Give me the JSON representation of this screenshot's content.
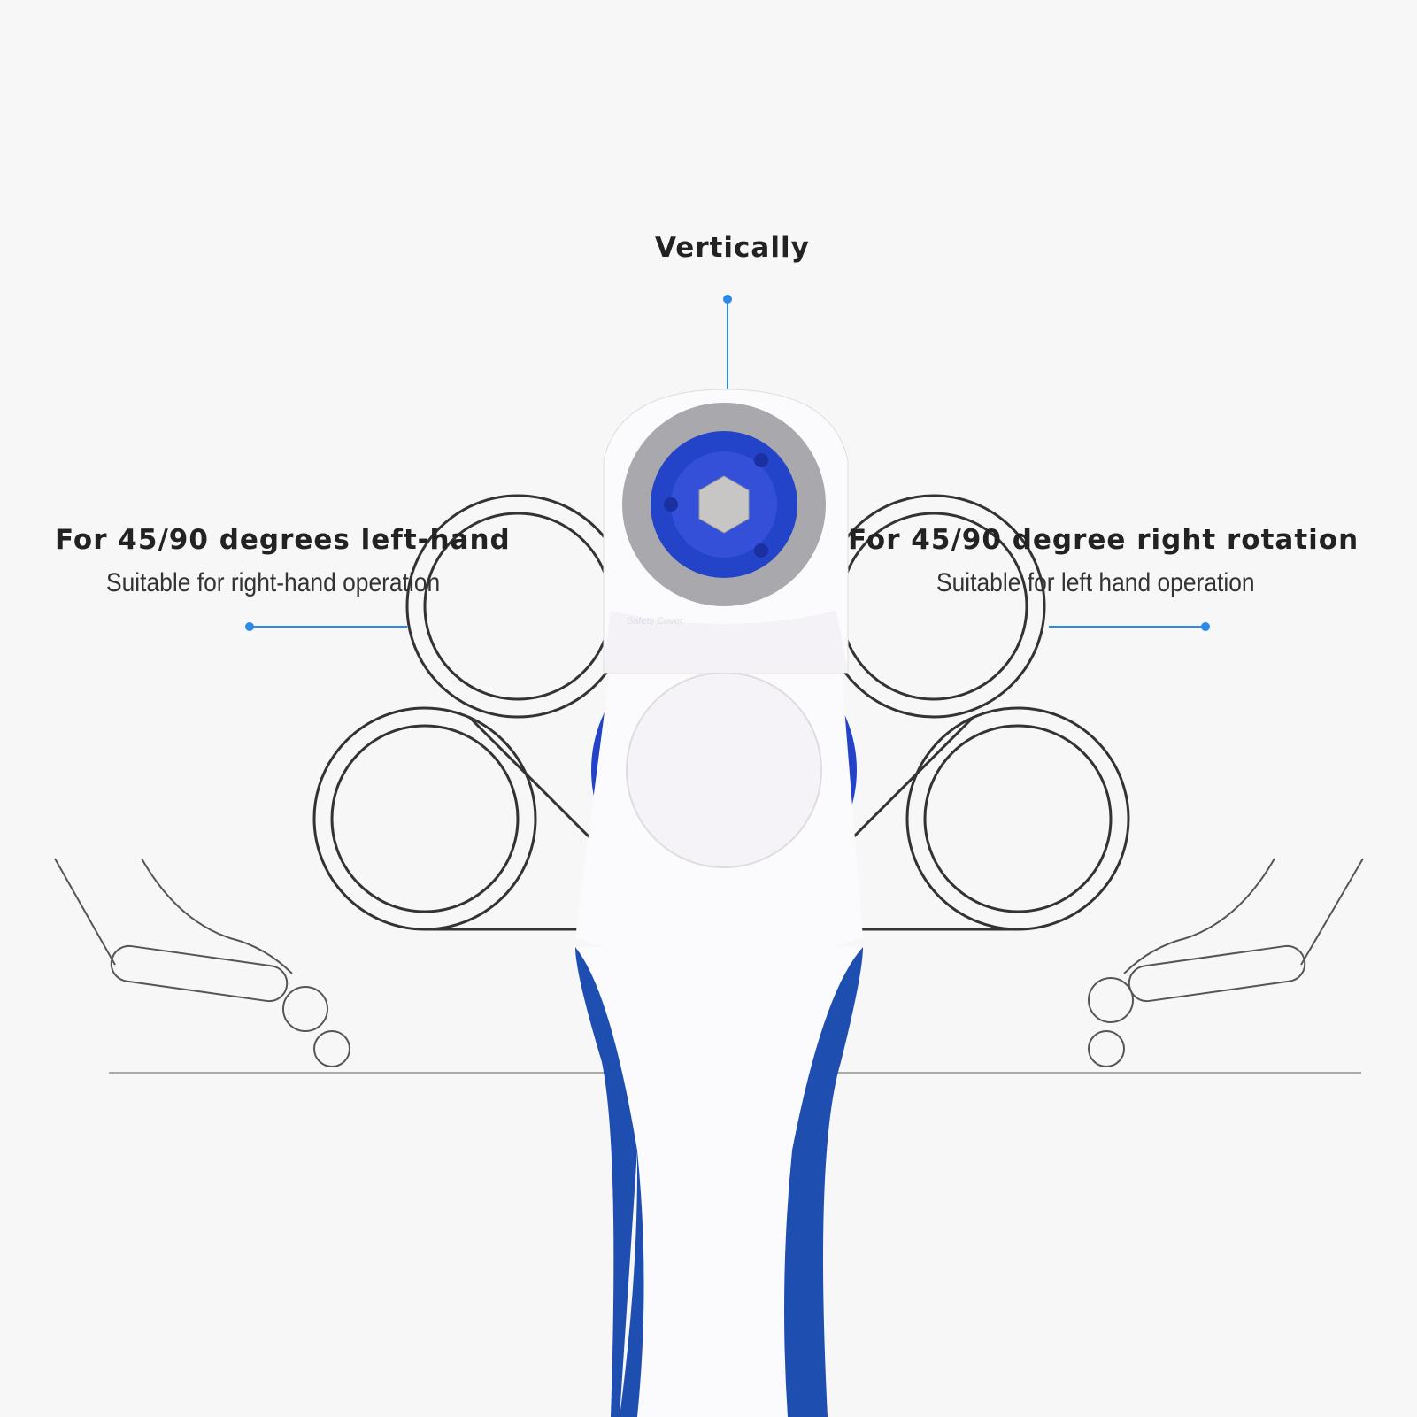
{
  "callouts": {
    "top": {
      "title": "Vertically"
    },
    "left": {
      "title": "For 45/90 degrees left-hand",
      "subtitle": "Suitable for right-hand operation"
    },
    "right": {
      "title": "For 45/90 degree right rotation",
      "subtitle": "Suitable for left hand operation"
    }
  },
  "product": {
    "cover_label": "Safety Cover"
  },
  "colors": {
    "accent": "#2b8be8",
    "handle_blue": "#1e4fb0",
    "knob_blue": "#2343c8",
    "white": "#fbfafc"
  }
}
